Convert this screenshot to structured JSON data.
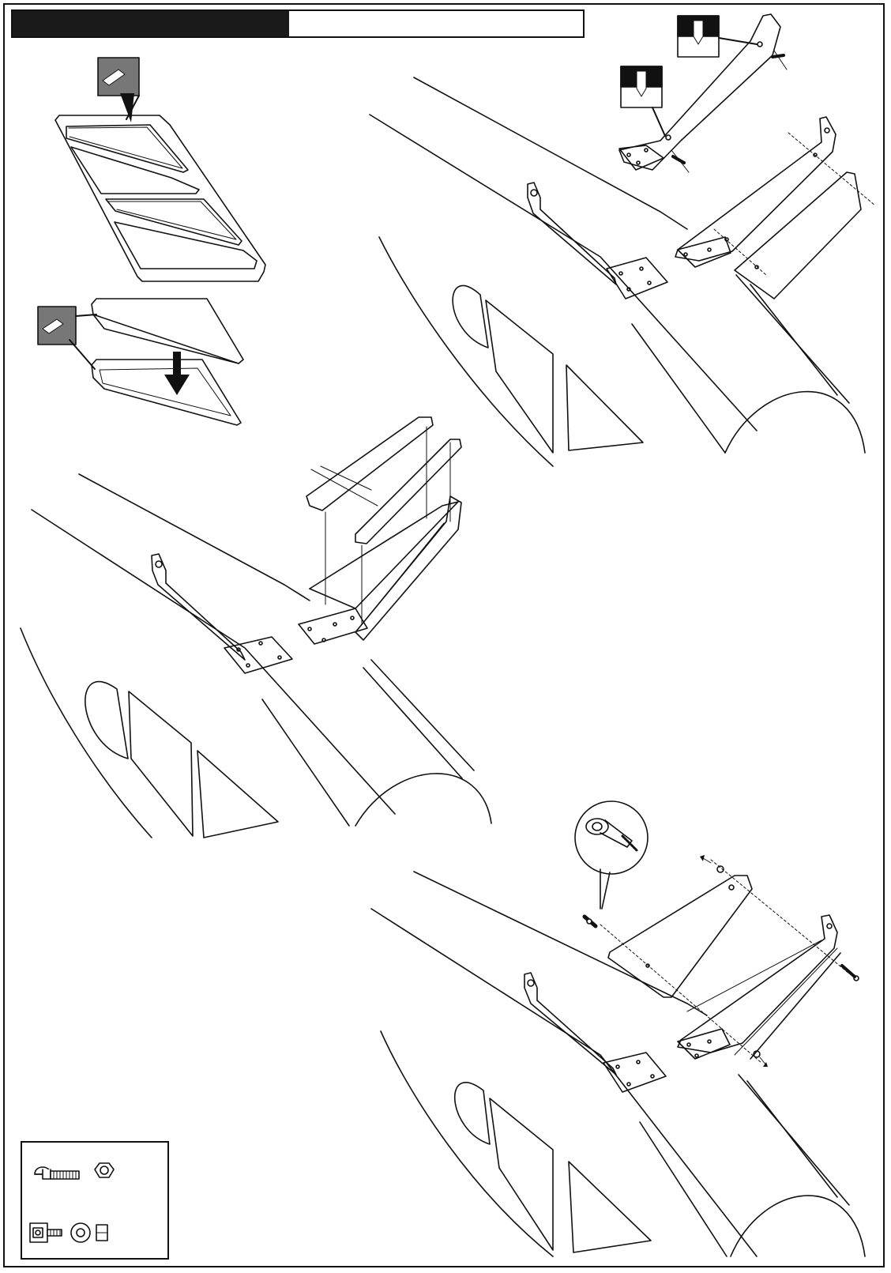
{
  "page": {
    "header": {
      "title": "",
      "subtitle": ""
    }
  },
  "diagrams": [
    {
      "id": "fin-panels",
      "kind": "exploded-view"
    },
    {
      "id": "fin-assembly-step1",
      "kind": "fuselage-view"
    },
    {
      "id": "fin-drilling",
      "kind": "drill-detail"
    },
    {
      "id": "fin-bolting",
      "kind": "fuselage-view"
    }
  ],
  "icons": {
    "drill": "drill-bit-icon",
    "glue": "glue-applicator-icon",
    "arrow": "arrow-down-icon",
    "zoom": "magnifier-callout-icon"
  },
  "hardware": {
    "items": [
      {
        "name": "bolt-icon"
      },
      {
        "name": "nut-icon"
      },
      {
        "name": "collet-icon"
      },
      {
        "name": "washer-icon"
      },
      {
        "name": "small-nut-icon"
      }
    ]
  },
  "colors": {
    "ink": "#111111",
    "paper": "#ffffff",
    "gray": "#777777"
  }
}
